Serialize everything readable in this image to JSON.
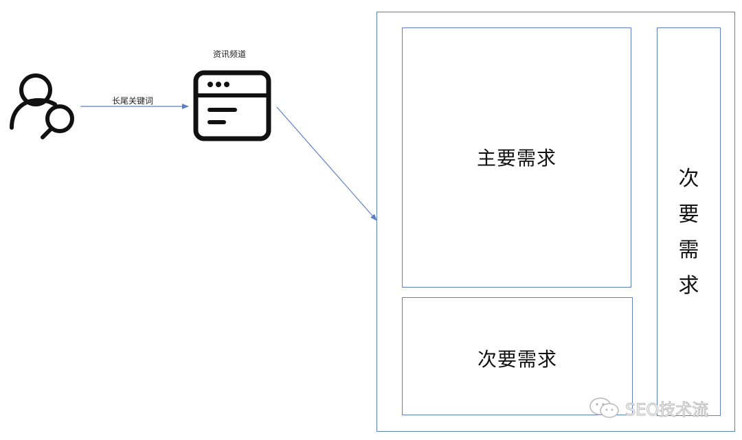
{
  "diagram": {
    "channel_label": "资讯频道",
    "arrow_label": "长尾关键词",
    "primary_box": {
      "label": "主要需求"
    },
    "secondary_box": {
      "label": "次要需求"
    },
    "side_box": {
      "chars": [
        "次",
        "要",
        "需",
        "求"
      ]
    },
    "icons": {
      "user": "user-search-icon",
      "channel": "browser-window-icon"
    },
    "colors": {
      "box_border": "#5b7fc7",
      "arrow": "#5b7fc7",
      "icon_stroke": "#111111"
    }
  },
  "watermark": {
    "text": "SEO技术流",
    "icon": "wechat-icon"
  }
}
